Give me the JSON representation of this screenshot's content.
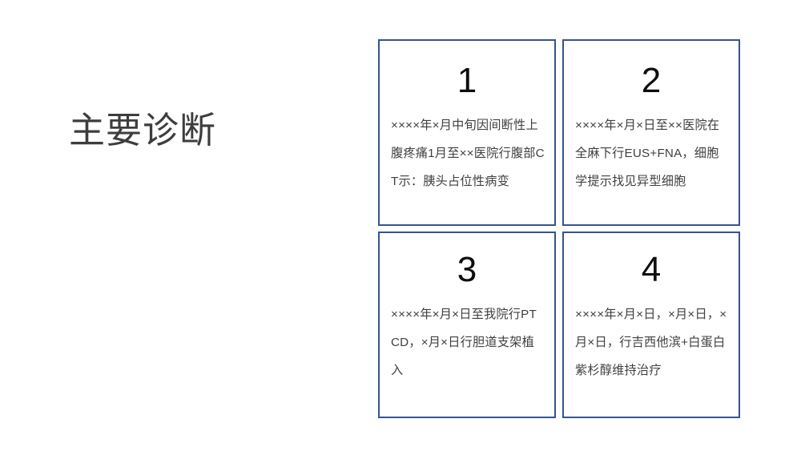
{
  "slide": {
    "background_color": "#FFFFFF",
    "title": "主要诊断",
    "title_color": "#3D3D3D",
    "card_border_color": "#345490",
    "card_number_color": "#0D0D0D",
    "card_text_color": "#3F3F3F"
  },
  "cards": [
    {
      "number": "1",
      "text": "××××年×月中旬因间断性上腹疼痛1月至××医院行腹部CT示：胰头占位性病变"
    },
    {
      "number": "2",
      "text": "××××年×月×日至××医院在全麻下行EUS+FNA，细胞学提示找见异型细胞"
    },
    {
      "number": "3",
      "text": "××××年×月×日至我院行PTCD，×月×日行胆道支架植入"
    },
    {
      "number": "4",
      "text": "××××年×月×日，×月×日，×月×日，行吉西他滨+白蛋白紫杉醇维持治疗"
    }
  ]
}
